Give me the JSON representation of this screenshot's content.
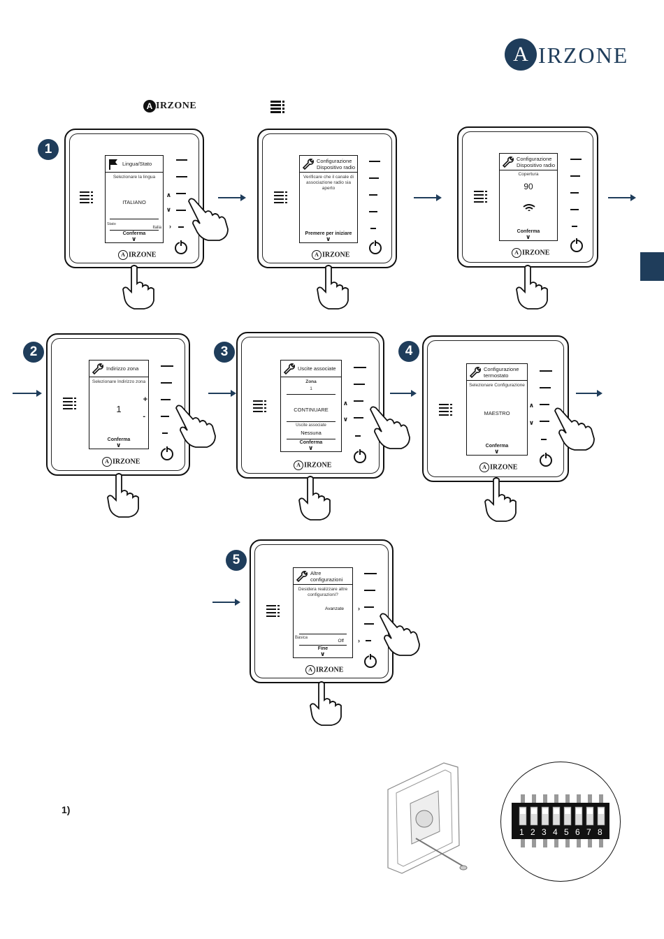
{
  "brand": {
    "name": "IRZONE",
    "initial": "A"
  },
  "legend": {
    "logo_initial": "A",
    "logo_text": "IRZONE"
  },
  "steps": [
    {
      "badge": "1",
      "header_title": "Lingua/Stato",
      "header_icon": "flag-icon",
      "lines": [
        "Selezionare la lingua"
      ],
      "value": "ITALIANO",
      "sub_label": "Stato",
      "sub_value": "Italia",
      "footer": "Conferma"
    },
    {
      "header_title": "Configurazione Dispositivo radio",
      "header_icon": "wrench-icon",
      "lines": [
        "Verificare che il canale di associazione radio sia aperto"
      ],
      "footer": "Premere per iniziare"
    },
    {
      "header_title": "Configurazione Dispositivo radio",
      "header_icon": "wrench-icon",
      "lines": [
        "Copertura"
      ],
      "value": "90",
      "footer": "Conferma"
    },
    {
      "badge": "2",
      "header_title": "Indirizzo zona",
      "header_icon": "wrench-icon",
      "lines": [
        "Selezionare Indirizzo zona"
      ],
      "value": "1",
      "plus": "+",
      "minus": "-",
      "footer": "Conferma"
    },
    {
      "badge": "3",
      "header_title": "Uscite associate",
      "header_icon": "wrench-icon",
      "zone_label": "Zona",
      "zone_value": "1",
      "value": "CONTINUARE",
      "sub_label": "Uscite associate",
      "sub_value": "Nessuna",
      "footer": "Conferma"
    },
    {
      "badge": "4",
      "header_title": "Configurazione termostato",
      "header_icon": "wrench-icon",
      "lines": [
        "Selezionare Configurazione"
      ],
      "value": "MAESTRO",
      "footer": "Conferma"
    },
    {
      "badge": "5",
      "header_title": "Altre configurazioni",
      "header_icon": "wrench-icon",
      "lines": [
        "Desidera realizzare altre configurazioni?"
      ],
      "option": "Avanzate",
      "sub_label": "Basica",
      "sub_value": "Off",
      "footer": "Fine"
    }
  ],
  "device_logo": {
    "initial": "A",
    "text": "IRZONE"
  },
  "bottom": {
    "step_label": "1)",
    "dip_numbers": [
      "1",
      "2",
      "3",
      "4",
      "5",
      "6",
      "7",
      "8"
    ]
  },
  "colors": {
    "accent": "#1f3d5b",
    "ink": "#111111"
  }
}
